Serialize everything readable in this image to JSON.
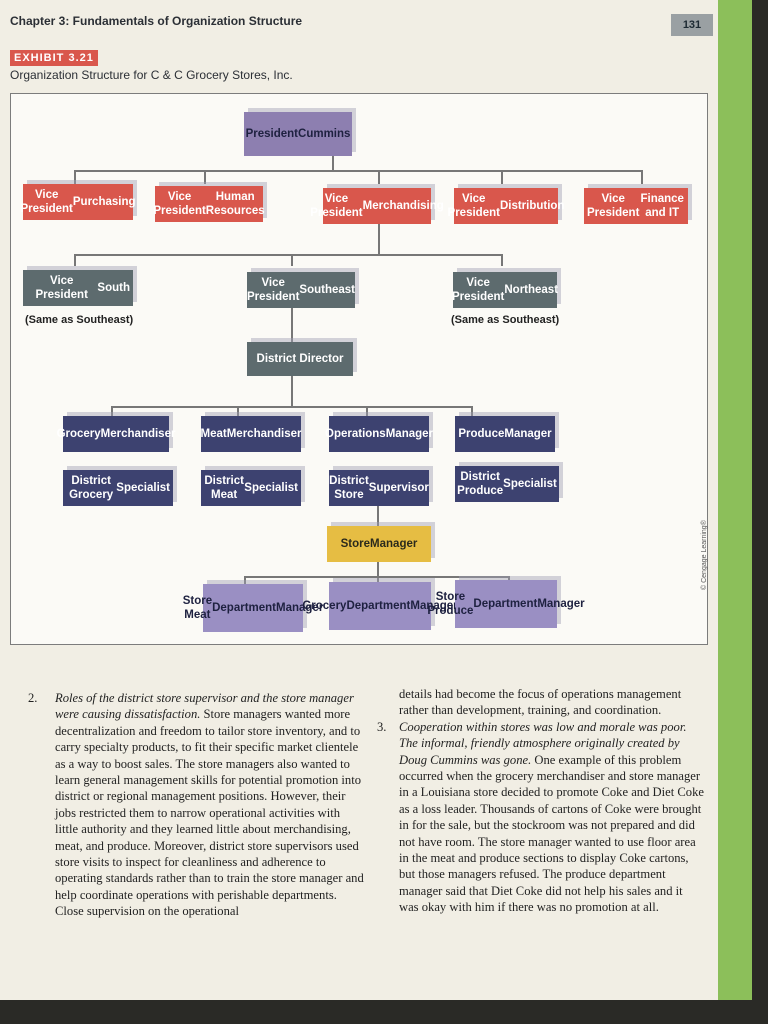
{
  "page": {
    "header": "Chapter 3: Fundamentals of Organization Structure",
    "page_number": "131",
    "exhibit_label": "EXHIBIT 3.21",
    "exhibit_title": "Organization Structure for C & C Grocery Stores, Inc.",
    "credit": "© Cengage Learning®"
  },
  "org": {
    "president": [
      "President",
      "Cummins"
    ],
    "vps": [
      [
        "Vice President",
        "Purchasing"
      ],
      [
        "Vice President",
        "Human Resources"
      ],
      [
        "Vice President",
        "Merchandising"
      ],
      [
        "Vice President",
        "Distribution"
      ],
      [
        "Vice President",
        "Finance and IT"
      ]
    ],
    "regional": [
      [
        "Vice President",
        "South"
      ],
      [
        "Vice President",
        "Southeast"
      ],
      [
        "Vice President",
        "Northeast"
      ]
    ],
    "note_south": "(Same as Southeast)",
    "note_northeast": "(Same as Southeast)",
    "district_director": "District Director",
    "row1": [
      [
        "Grocery",
        "Merchandiser"
      ],
      [
        "Meat",
        "Merchandiser"
      ],
      [
        "Operations",
        "Manager"
      ],
      [
        "Produce",
        "Manager"
      ]
    ],
    "row2": [
      [
        "District Grocery",
        "Specialist"
      ],
      [
        "District Meat",
        "Specialist"
      ],
      [
        "District Store",
        "Supervisor"
      ],
      [
        "District Produce",
        "Specialist"
      ]
    ],
    "store_manager": [
      "Store",
      "Manager"
    ],
    "dept_managers": [
      [
        "Store Meat",
        "Department",
        "Manager"
      ],
      [
        "Grocery",
        "Department",
        "Manager"
      ],
      [
        "Store Produce",
        "Department",
        "Manager"
      ]
    ]
  },
  "text": {
    "item2_num": "2.",
    "item2_lead": "Roles of the district store supervisor and the store manager were causing dissatisfaction.",
    "item2_body": " Store managers wanted more decentralization and freedom to tailor store inventory, and to carry specialty products, to fit their specific market clientele as a way to boost sales. The store managers also wanted to learn general management skills for potential promotion into district or regional management positions. However, their jobs restricted them to narrow operational activities with little authority and they learned little about merchandising, meat, and produce. Moreover, district store supervisors used store visits to inspect for cleanliness and adherence to operating standards rather than to train the store manager and help coordinate operations with perishable departments. Close supervision on the operational",
    "item2_cont": "details had become the focus of operations management rather than development, training, and coordination.",
    "item3_num": "3.",
    "item3_lead": "Cooperation within stores was low and morale was poor. The informal, friendly atmosphere originally created by Doug Cummins was gone.",
    "item3_body": " One example of this problem occurred when the grocery merchandiser and store manager in a Louisiana store decided to promote Coke and Diet Coke as a loss leader. Thousands of cartons of Coke were brought in for the sale, but the stockroom was not prepared and did not have room. The store manager wanted to use floor area in the meat and produce sections to display Coke cartons, but those managers refused. The produce department manager said that Diet Coke did not help his sales and it was okay with him if there was no promotion at all."
  }
}
